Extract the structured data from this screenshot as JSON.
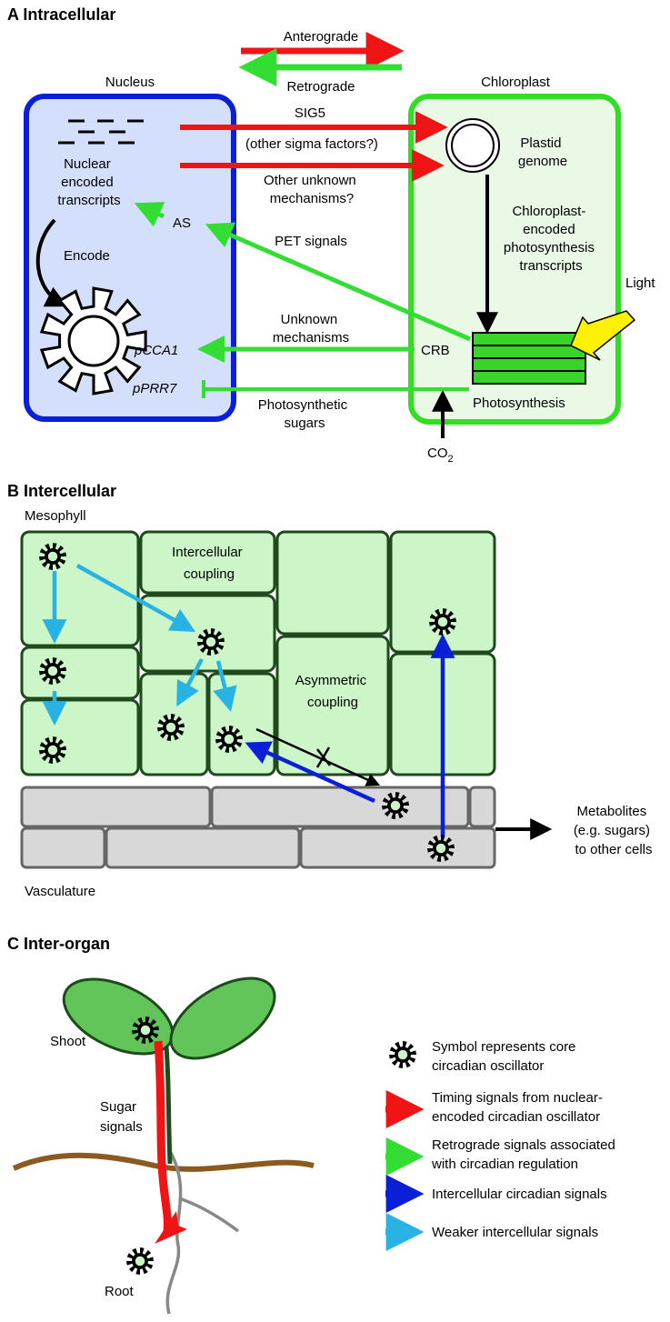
{
  "panel_a": {
    "title": "A Intracellular",
    "legend_arrows": {
      "anterograde": "Anterograde",
      "retrograde": "Retrograde"
    },
    "nucleus": {
      "label": "Nucleus",
      "transcripts": [
        "Nuclear",
        "encoded",
        "transcripts"
      ],
      "encode": "Encode",
      "as": "AS",
      "pcca1": "pCCA1",
      "pprr7": "pPRR7"
    },
    "chloroplast": {
      "label": "Chloroplast",
      "plastid": [
        "Plastid",
        "genome"
      ],
      "chloro_transcripts": [
        "Chloroplast-",
        "encoded",
        "photosynthesis",
        "transcripts"
      ],
      "crb": "CRB",
      "photosynthesis": "Photosynthesis",
      "light": "Light",
      "co2": "CO",
      "co2_sub": "2"
    },
    "signals": {
      "sig5": [
        "SIG5",
        "(other sigma factors?)"
      ],
      "other": [
        "Other unknown",
        "mechanisms?"
      ],
      "pet": "PET signals",
      "unknown": [
        "Unknown",
        "mechanisms"
      ],
      "sugars": [
        "Photosynthetic",
        "sugars"
      ]
    }
  },
  "panel_b": {
    "title": "B Intercellular",
    "mesophyll": "Mesophyll",
    "intercellular": [
      "Intercellular",
      "coupling"
    ],
    "asymmetric": [
      "Asymmetric",
      "coupling"
    ],
    "vasculature": "Vasculature",
    "metabolites": [
      "Metabolites",
      "(e.g. sugars)",
      "to other cells"
    ]
  },
  "panel_c": {
    "title": "C Inter-organ",
    "shoot": "Shoot",
    "sugar": [
      "Sugar",
      "signals"
    ],
    "root": "Root",
    "legend": [
      {
        "lines": [
          "Symbol represents core",
          "circadian oscillator"
        ]
      },
      {
        "lines": [
          "Timing signals from nuclear-",
          "encoded circadian oscillator"
        ]
      },
      {
        "lines": [
          "Retrograde signals associated",
          "with circadian regulation"
        ]
      },
      {
        "lines": [
          "Intercellular circadian signals"
        ]
      },
      {
        "lines": [
          "Weaker intercellular signals"
        ]
      }
    ]
  },
  "colors": {
    "nucleus_border": "#0a1fd6",
    "nucleus_fill": "#d4e0fb",
    "chloroplast_border": "#33dd22",
    "chloroplast_fill": "#eaf9e6",
    "red": "#f01414",
    "green": "#33dd33",
    "blue": "#0a1fd6",
    "cyan": "#29b3e5",
    "yellow": "#fff200",
    "cell_fill": "#ccf5c8",
    "cell_border": "#1e4a1e",
    "vasc_fill": "#d8d8d8",
    "vasc_border": "#666666",
    "leaf": "#62c55a",
    "soil": "#8b5a1f"
  }
}
